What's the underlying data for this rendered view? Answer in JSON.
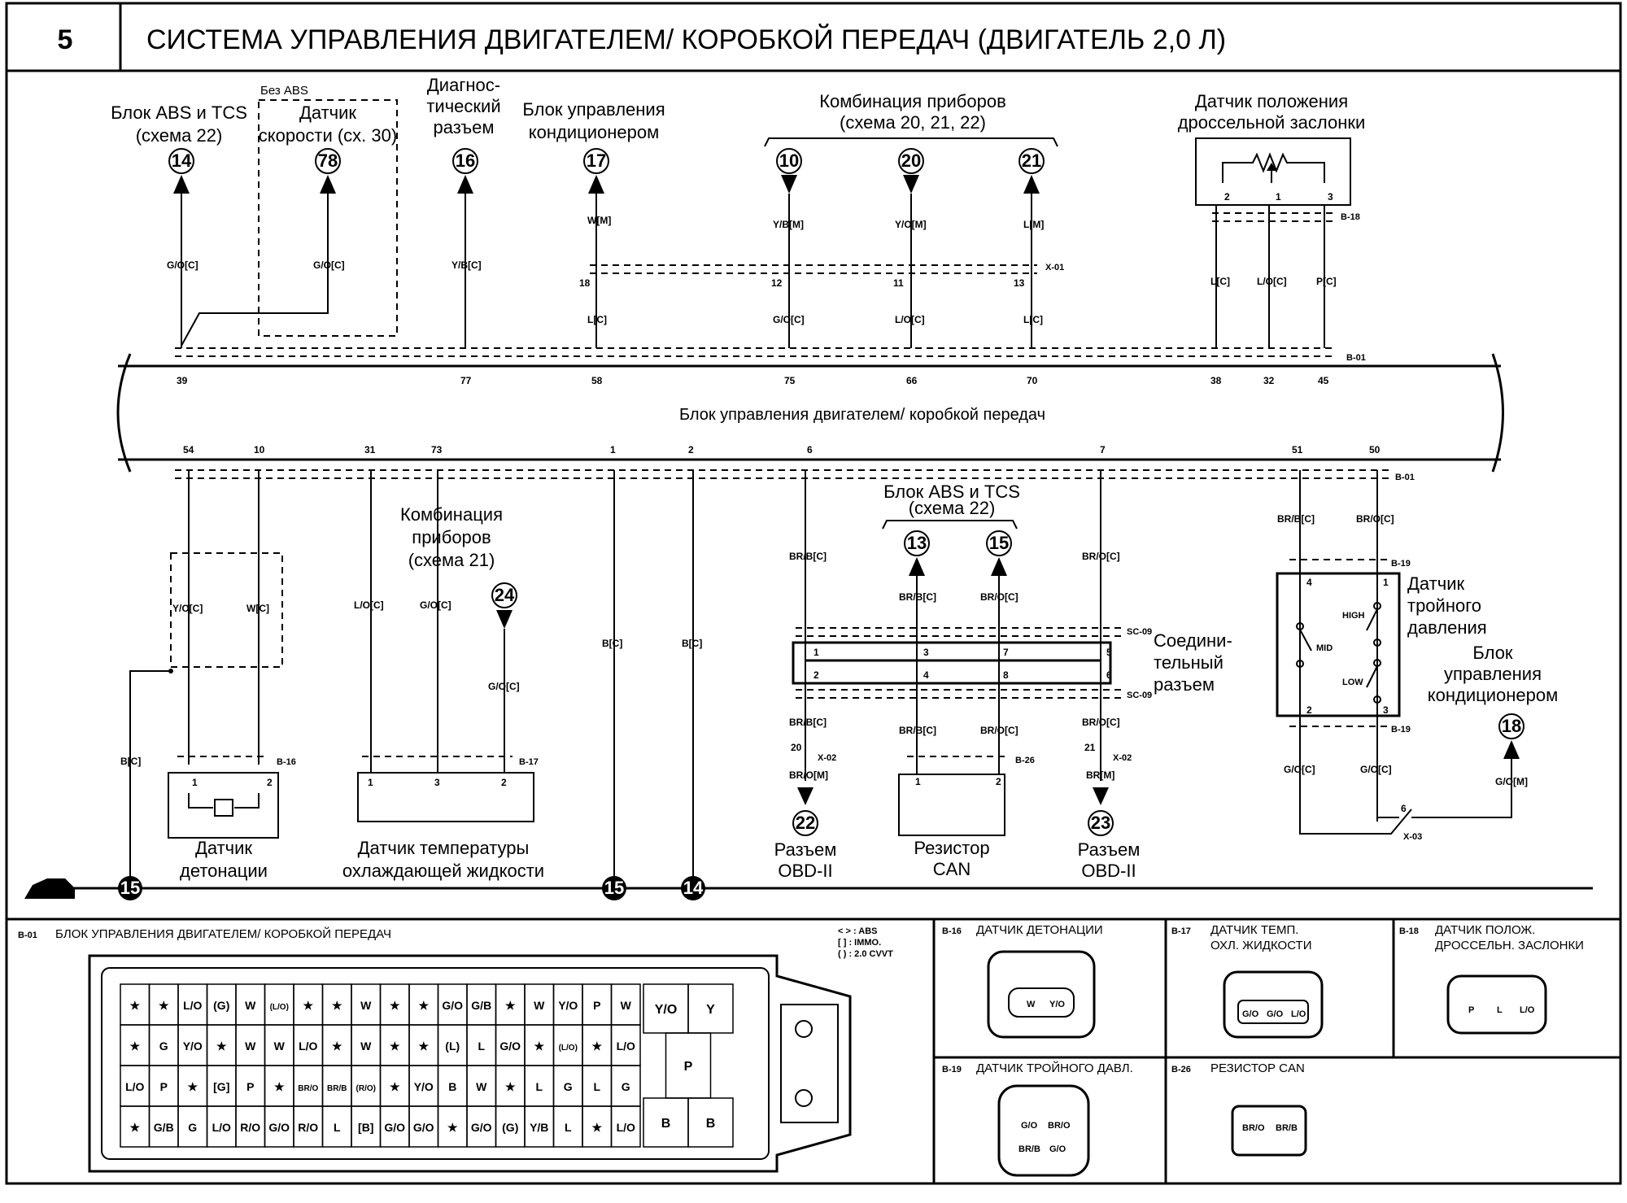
{
  "header": {
    "page_number": "5",
    "title": "СИСТЕМА УПРАВЛЕНИЯ ДВИГАТЕЛЕМ/ КОРОБКОЙ ПЕРЕДАЧ (ДВИГАТЕЛЬ 2,0 Л)"
  },
  "ecu": {
    "name": "Блок управления двигателем/ коробкой передач",
    "conn_top": "B-01",
    "conn_bottom": "B-01"
  },
  "top": {
    "abs": {
      "line1": "Блок ABS и TCS",
      "line2": "(схема 22)",
      "ref": "14",
      "wire": "G/O[C]",
      "pin": "39"
    },
    "speed": {
      "note": "Без ABS",
      "line1": "Датчик",
      "line2": "скорости (сх. 30)",
      "ref": "78",
      "wire": "G/O[C]"
    },
    "diag": {
      "line1": "Диагнос-",
      "line2": "тический",
      "line3": "разъем",
      "ref": "16",
      "wire": "Y/B[C]",
      "pin": "77"
    },
    "ac": {
      "line1": "Блок управления",
      "line2": "кондиционером",
      "ref": "17",
      "wire_top": "W[M]",
      "conn_pin": "18",
      "wire_bot": "L[C]",
      "pin": "58"
    },
    "cluster": {
      "line1": "Комбинация приборов",
      "line2": "(схема 20, 21, 22)",
      "items": [
        {
          "ref": "10",
          "wire_top": "Y/B[M]",
          "conn_pin": "12",
          "wire_bot": "G/O[C]",
          "pin": "75"
        },
        {
          "ref": "20",
          "wire_top": "Y/O[M]",
          "conn_pin": "11",
          "wire_bot": "L/O[C]",
          "pin": "66"
        },
        {
          "ref": "21",
          "wire_top": "L[M]",
          "conn_pin": "13",
          "wire_bot": "L[C]",
          "pin": "70"
        }
      ],
      "connector": "X-01"
    },
    "tps": {
      "line1": "Датчик положения",
      "line2": "дроссельной заслонки",
      "conn": "B-18",
      "pins": [
        {
          "pin": "2",
          "wire": "L[C]",
          "ecu_pin": "38"
        },
        {
          "pin": "1",
          "wire": "L/O[C]",
          "ecu_pin": "32"
        },
        {
          "pin": "3",
          "wire": "P[C]",
          "ecu_pin": "45"
        }
      ]
    }
  },
  "bottom": {
    "ecu_pins": [
      "54",
      "10",
      "31",
      "73",
      "1",
      "2",
      "6",
      "7",
      "51",
      "50"
    ],
    "knock": {
      "name1": "Датчик",
      "name2": "детонации",
      "conn": "B-16",
      "wire1": "Y/O[C]",
      "wire2": "W[C]",
      "pin1": "1",
      "pin2": "2",
      "shield": "B[C]"
    },
    "coolant": {
      "name1": "Датчик температуры",
      "name2": "охлаждающей жидкости",
      "conn": "B-17",
      "wire1": "L/O[C]",
      "wire2": "G/O[C]",
      "wire3": "G/O[C]",
      "pin1": "1",
      "pin2": "3",
      "pin3": "2"
    },
    "cluster21": {
      "line1": "Комбинация",
      "line2": "приборов",
      "line3": "(схема 21)",
      "ref": "24"
    },
    "ground1": {
      "wire": "B[C]",
      "ref": "15"
    },
    "ground2": {
      "wire": "B[C]",
      "ref": "14"
    },
    "ground_main": {
      "ref": "15"
    },
    "can": {
      "abs1": "Блок ABS и TCS",
      "abs2": "(схема 22)",
      "ref13": "13",
      "ref15": "15",
      "wire6": "BR/B[C]",
      "wire7": "BR/O[C]",
      "wire13": "BR/B[C]",
      "wire15": "BR/O[C]",
      "sc": "SC-09",
      "joint1": "Соедини-",
      "joint2": "тельный",
      "joint3": "разъем",
      "jpins_top": [
        "1",
        "3",
        "7",
        "5"
      ],
      "jpins_bot": [
        "2",
        "4",
        "8",
        "6"
      ],
      "obd_wire1a": "BR/B[C]",
      "obd_pin1": "20",
      "obd_conn": "X-02",
      "obd_wire1b": "BR/O[M]",
      "obd_ref1": "22",
      "obd_wire2a": "BR/O[C]",
      "obd_pin2": "21",
      "obd_wire2b": "BR[M]",
      "obd_ref2": "23",
      "obd_name1": "Разъем",
      "obd_name2": "OBD-II",
      "res_wire1": "BR/B[C]",
      "res_wire2": "BR/O[C]",
      "res_conn": "B-26",
      "res_name1": "Резистор",
      "res_name2": "CAN"
    },
    "triple": {
      "wire51": "BR/B[C]",
      "wire50": "BR/O[C]",
      "conn": "B-19",
      "name1": "Датчик",
      "name2": "тройного",
      "name3": "давления",
      "high": "HIGH",
      "mid": "MID",
      "low": "LOW",
      "p4": "4",
      "p1": "1",
      "p2": "2",
      "p3": "3",
      "wire_l": "G/O[C]",
      "wire_r": "G/O[C]",
      "x03": "X-03",
      "x03pin": "6"
    },
    "ac2": {
      "line1": "Блок",
      "line2": "управления",
      "line3": "кондиционером",
      "ref": "18",
      "wire": "G/O[M]"
    }
  },
  "legend": {
    "b01": {
      "code": "B-01",
      "title": "БЛОК УПРАВЛЕНИЯ ДВИГАТЕЛЕМ/ КОРОБКОЙ ПЕРЕДАЧ"
    },
    "notes": [
      "< > : ABS",
      "[ ] : IMMO.",
      "( ) : 2.0 CVVT"
    ],
    "b16": {
      "code": "B-16",
      "title": "ДАТЧИК ДЕТОНАЦИИ",
      "pins": [
        "W",
        "Y/O"
      ]
    },
    "b17": {
      "code": "B-17",
      "title1": "ДАТЧИК ТЕМП.",
      "title2": "ОХЛ. ЖИДКОСТИ",
      "pins": [
        "G/O",
        "G/O",
        "L/O"
      ]
    },
    "b18": {
      "code": "B-18",
      "title1": "ДАТЧИК ПОЛОЖ.",
      "title2": "ДРОССЕЛЬН. ЗАСЛОНКИ",
      "pins": [
        "P",
        "L",
        "L/O"
      ]
    },
    "b19": {
      "code": "B-19",
      "title": "ДАТЧИК ТРОЙНОГО ДАВЛ.",
      "pins": [
        "G/O",
        "BR/O",
        "BR/B",
        "G/O"
      ]
    },
    "b26": {
      "code": "B-26",
      "title": "РЕЗИСТОР CAN",
      "pins": [
        "BR/O",
        "BR/B"
      ]
    },
    "grid_rows": [
      [
        "★",
        "★",
        "L/O",
        "(G)",
        "W",
        "(L/O)",
        "★",
        "★",
        "W",
        "★",
        "★",
        "G/O",
        "G/B",
        "★",
        "W",
        "Y/O",
        "P",
        "W"
      ],
      [
        "★",
        "G",
        "Y/O",
        "★",
        "W",
        "W",
        "L/O",
        "★",
        "W",
        "★",
        "★",
        "(L)",
        "L",
        "G/O",
        "★",
        "(L/O)",
        "★",
        "L/O"
      ],
      [
        "L/O",
        "P",
        "★",
        "[G]",
        "P",
        "★",
        "BR/O",
        "BR/B",
        "(R/O)",
        "★",
        "Y/O",
        "B",
        "W",
        "★",
        "L",
        "G",
        "L",
        "G"
      ],
      [
        "★",
        "G/B",
        "G",
        "L/O",
        "R/O",
        "G/O",
        "R/O",
        "L",
        "[B]",
        "G/O",
        "G/O",
        "★",
        "G/O",
        "(G)",
        "Y/B",
        "L",
        "★",
        "L/O"
      ]
    ],
    "grid_right": [
      "Y/O",
      "Y",
      "P",
      "B",
      "B"
    ]
  }
}
